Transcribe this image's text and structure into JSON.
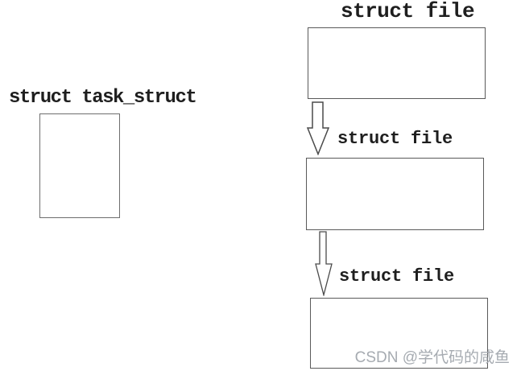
{
  "diagram": {
    "task_struct": {
      "label": "struct task_struct"
    },
    "file_chain": [
      {
        "label": "struct file"
      },
      {
        "label": "struct file"
      },
      {
        "label": "struct file"
      }
    ],
    "colors": {
      "box_outline": "#5a5a5a",
      "arrow_outline": "#4a4a4a",
      "label_text": "#1e1e1e"
    }
  },
  "watermark": {
    "text": "CSDN @学代码的咸鱼",
    "color": "#a6abb1"
  }
}
